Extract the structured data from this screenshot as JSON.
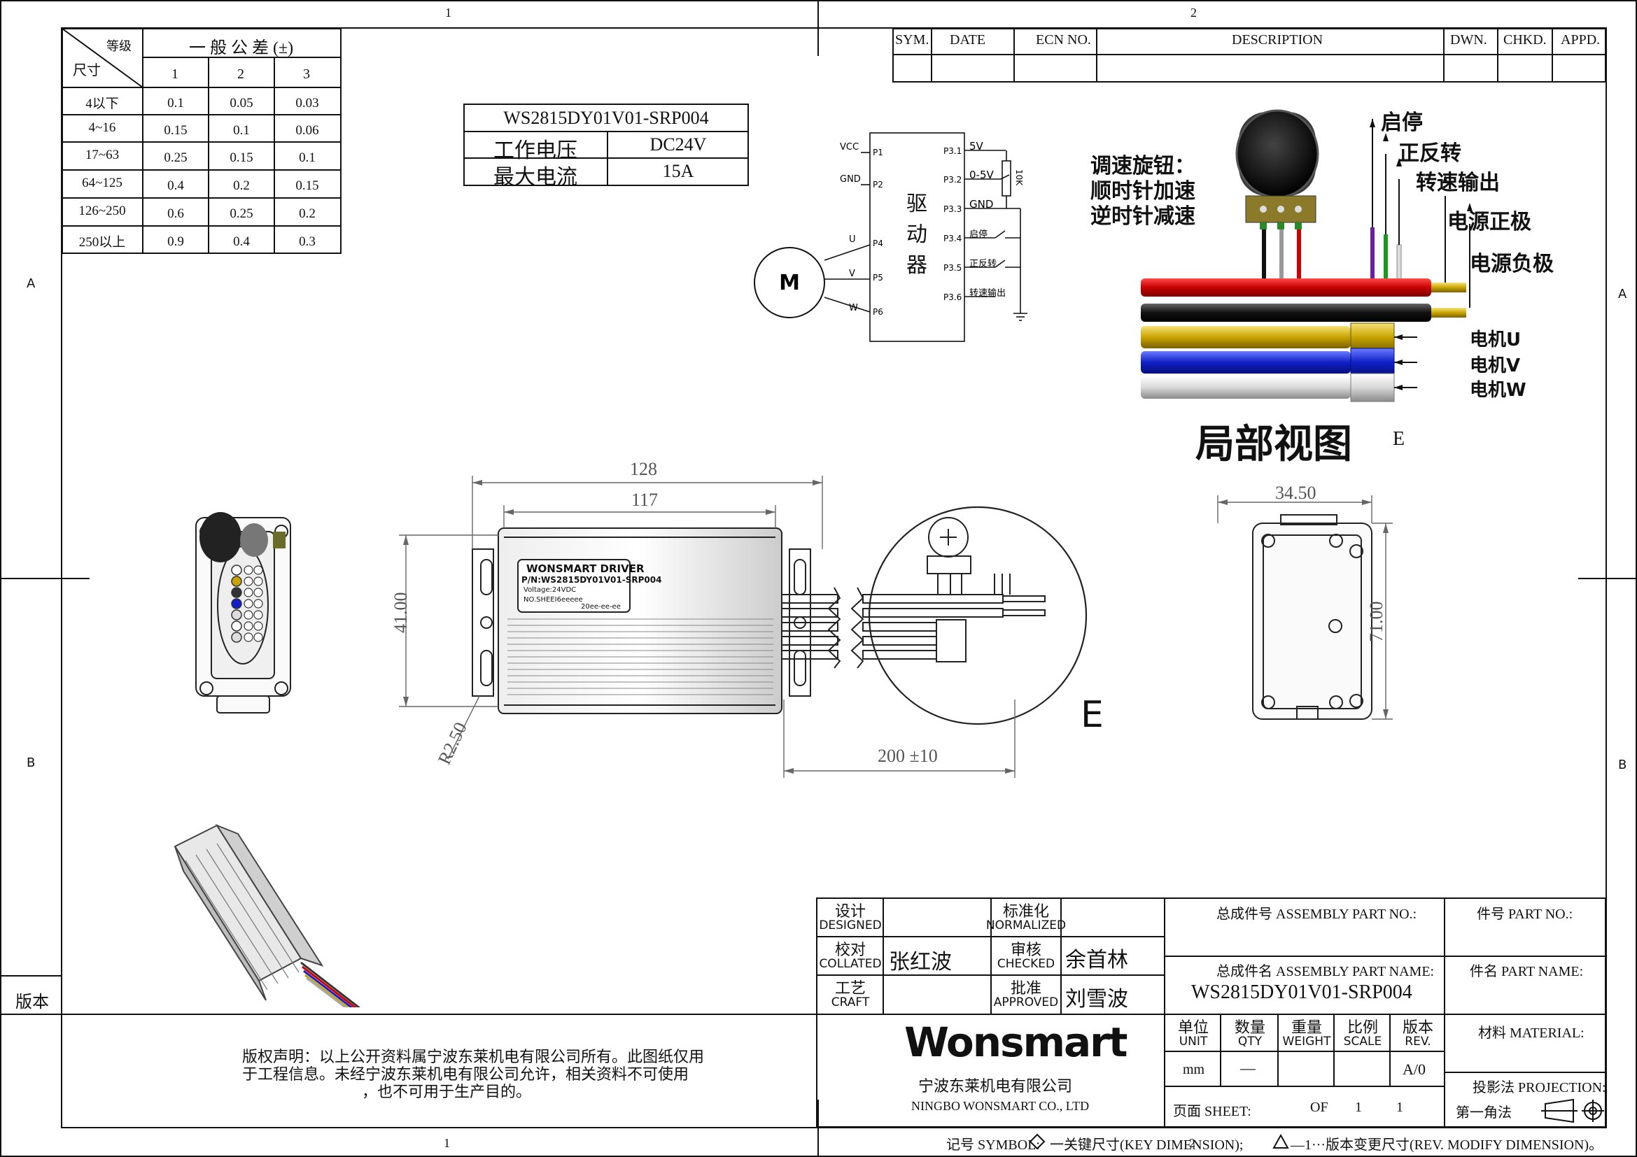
{
  "border": {
    "zones_top": [
      "1",
      "2"
    ],
    "zones_bottom": [
      "1",
      "2"
    ],
    "zones_left": [
      "A",
      "B"
    ],
    "zones_right": [
      "A",
      "B"
    ],
    "version_label": "版本"
  },
  "tolerance_table": {
    "grade_label": "等级",
    "size_label": "尺寸",
    "title": "一 般 公 差 (±)",
    "grades": [
      "1",
      "2",
      "3"
    ],
    "rows": [
      {
        "size": "4以下",
        "values": [
          "0.1",
          "0.05",
          "0.03"
        ]
      },
      {
        "size": "4~16",
        "values": [
          "0.15",
          "0.1",
          "0.06"
        ]
      },
      {
        "size": "17~63",
        "values": [
          "0.25",
          "0.15",
          "0.1"
        ]
      },
      {
        "size": "64~125",
        "values": [
          "0.4",
          "0.2",
          "0.15"
        ]
      },
      {
        "size": "126~250",
        "values": [
          "0.6",
          "0.25",
          "0.2"
        ]
      },
      {
        "size": "250以上",
        "values": [
          "0.9",
          "0.4",
          "0.3"
        ]
      }
    ]
  },
  "spec_table": {
    "model": "WS2815DY01V01-SRP004",
    "rows": [
      {
        "label": "工作电压",
        "value": "DC24V"
      },
      {
        "label": "最大电流",
        "value": "15A"
      }
    ]
  },
  "revision_table": {
    "headers": [
      "SYM.",
      "DATE",
      "ECN NO.",
      "DESCRIPTION",
      "DWN.",
      "CHKD.",
      "APPD."
    ]
  },
  "wiring": {
    "pins_left": [
      "VCC",
      "GND",
      "U",
      "V",
      "W"
    ],
    "pins_left_ids": [
      "P1",
      "P2",
      "P4",
      "P5",
      "P6"
    ],
    "driver_label": [
      "驱",
      "动",
      "器"
    ],
    "motor_label": "M",
    "pins_right_ids": [
      "P3.1",
      "P3.2",
      "P3.3",
      "P3.4",
      "P3.5",
      "P3.6"
    ],
    "pins_right_labels": [
      "5V",
      "0-5V",
      "GND",
      "启停",
      "正反转",
      "转速输出"
    ],
    "pot_label": "10K"
  },
  "partial_view": {
    "knob_note": [
      "调速旋钮：",
      "顺时针加速",
      "逆时针减速"
    ],
    "callouts": [
      "启停",
      "正反转",
      "转速输出",
      "电源正极",
      "电源负极",
      "电机U",
      "电机V",
      "电机W"
    ],
    "title": "局部视图",
    "title_tag": "E"
  },
  "dimensions": {
    "overall_length": "128",
    "hole_spacing": "117",
    "height": "41.00",
    "radius": "R2.50",
    "cable_length": "200 ±10",
    "width": "34.50",
    "side_height": "71.00",
    "detail_tag": "E"
  },
  "label_plate": {
    "brand": "WONSMART DRIVER",
    "pn": "P/N:WS2815DY01V01-SRP004",
    "voltage": "Voltage:24VDC",
    "sn": "NO.SHEEI6eeeee",
    "date": "20ee-ee-ee"
  },
  "title_block": {
    "designed_cn": "设计",
    "designed_en": "DESIGNED",
    "normalized_cn": "标准化",
    "normalized_en": "NORMALIZED",
    "collated_cn": "校对",
    "collated_en": "COLLATED",
    "collated_name": "张红波",
    "checked_cn": "审核",
    "checked_en": "CHECKED",
    "checked_name": "余首林",
    "craft_cn": "工艺",
    "craft_en": "CRAFT",
    "approved_cn": "批准",
    "approved_en": "APPROVED",
    "approved_name": "刘雪波",
    "assembly_no_label": "总成件号 ASSEMBLY PART NO.:",
    "assembly_name_label": "总成件名 ASSEMBLY PART NAME:",
    "assembly_name": "WS2815DY01V01-SRP004",
    "part_no_label": "件号 PART NO.:",
    "part_name_label": "件名 PART NAME:",
    "material_label": "材料 MATERIAL:",
    "unit_cn": "单位",
    "unit_en": "UNIT",
    "unit_val": "mm",
    "qty_cn": "数量",
    "qty_en": "QTY",
    "qty_val": "—",
    "weight_cn": "重量",
    "weight_en": "WEIGHT",
    "scale_cn": "比例",
    "scale_en": "SCALE",
    "rev_cn": "版本",
    "rev_en": "REV.",
    "rev_val": "A/0",
    "sheet_label": "页面  SHEET:",
    "sheet_of": "OF",
    "sheet_num": "1",
    "sheet_total": "1",
    "projection_label": "投影法 PROJECTION:",
    "projection_value": "第一角法",
    "company_logo": "Wonsmart",
    "company_cn": "宁波东莱机电有限公司",
    "company_en": "NINGBO WONSMART CO., LTD"
  },
  "copyright": [
    "版权声明：以上公开资料属宁波东莱机电有限公司所有。此图纸仅用",
    "于工程信息。未经宁波东莱机电有限公司允许，相关资料不可使用",
    "，也不可用于生产目的。"
  ],
  "symbol_line": {
    "prefix": "记号 SYMBOL:",
    "key_dim": "一关键尺寸(KEY DIMENSION);",
    "rev_dim": "—1···版本变更尺寸(REV. MODIFY DIMENSION)。"
  }
}
